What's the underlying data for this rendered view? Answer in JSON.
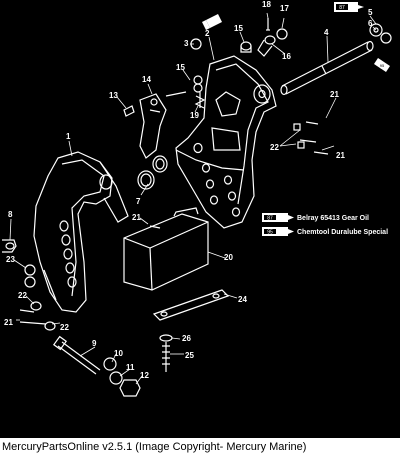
{
  "diagram": {
    "background": "#000000",
    "line_color": "#ffffff",
    "part_numbers": [
      "1",
      "2",
      "3",
      "4",
      "5",
      "6",
      "7",
      "8",
      "9",
      "10",
      "11",
      "12",
      "13",
      "14",
      "15",
      "15",
      "16",
      "17",
      "18",
      "19",
      "20",
      "21",
      "21",
      "21",
      "21",
      "22",
      "22",
      "22",
      "23",
      "24",
      "25",
      "26"
    ],
    "legend": [
      {
        "code": "87",
        "label": "Belray 65413 Gear Oil"
      },
      {
        "code": "95",
        "label": "Chemtool Duralube Special"
      }
    ],
    "tube_codes": [
      "87",
      "95"
    ]
  },
  "caption": "MercuryPartsOnline v2.5.1 (Image Copyright- Mercury Marine)"
}
